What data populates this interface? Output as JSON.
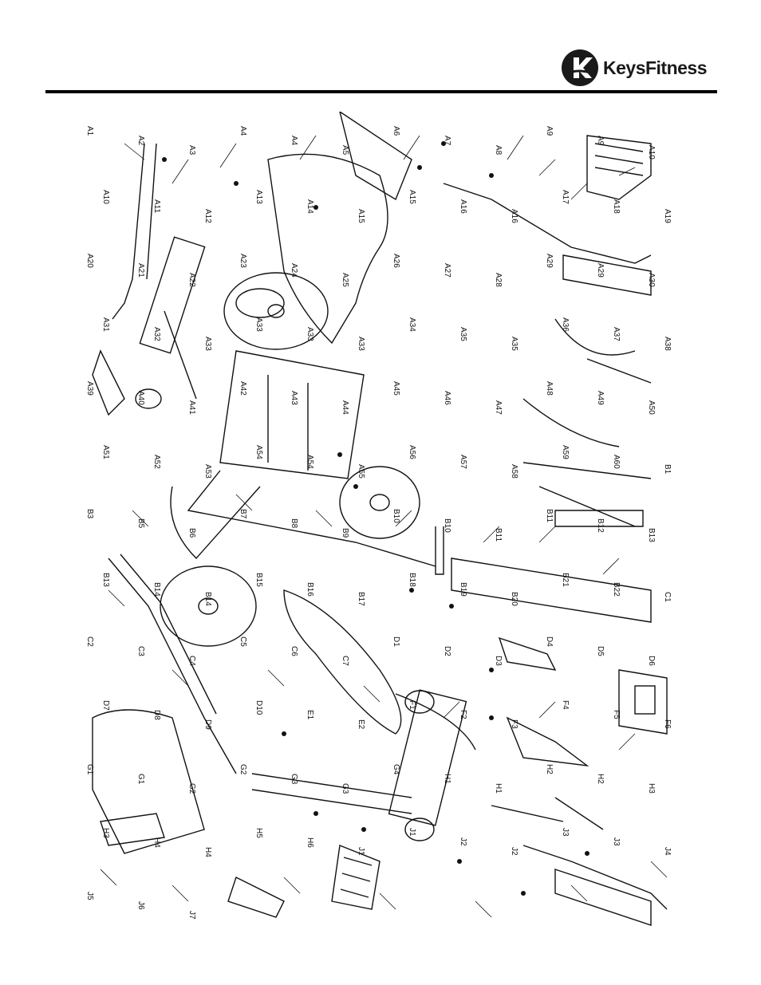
{
  "brand": {
    "name": "KeysFitness",
    "logo_icon": "keys-k-logo"
  },
  "callouts": [
    "A1",
    "A2",
    "A3",
    "A4",
    "A4",
    "A5",
    "A6",
    "A7",
    "A8",
    "A9",
    "A9",
    "A10",
    "A10",
    "A11",
    "A12",
    "A13",
    "A14",
    "A15",
    "A15",
    "A16",
    "A16",
    "A17",
    "A18",
    "A19",
    "A20",
    "A21",
    "A22",
    "A23",
    "A24",
    "A25",
    "A26",
    "A27",
    "A28",
    "A29",
    "A29",
    "A30",
    "A31",
    "A32",
    "A33",
    "A33",
    "A33",
    "A33",
    "A34",
    "A35",
    "A35",
    "A36",
    "A37",
    "A38",
    "A39",
    "A40",
    "A41",
    "A42",
    "A43",
    "A44",
    "A45",
    "A46",
    "A47",
    "A48",
    "A49",
    "A50",
    "A51",
    "A52",
    "A53",
    "A54",
    "A54",
    "A55",
    "A56",
    "A57",
    "A58",
    "A59",
    "A60",
    "B1",
    "B3",
    "B5",
    "B6",
    "B7",
    "B8",
    "B9",
    "B10",
    "B10",
    "B11",
    "B11",
    "B12",
    "B13",
    "B13",
    "B14",
    "B14",
    "B15",
    "B16",
    "B17",
    "B18",
    "B19",
    "B20",
    "B21",
    "B22",
    "C1",
    "C2",
    "C3",
    "C4",
    "C5",
    "C6",
    "C7",
    "D1",
    "D2",
    "D3",
    "D4",
    "D5",
    "D6",
    "D7",
    "D8",
    "D9",
    "D10",
    "E1",
    "E2",
    "F1",
    "F2",
    "F3",
    "F4",
    "F5",
    "F6",
    "G1",
    "G1",
    "G2",
    "G2",
    "G3",
    "G3",
    "G4",
    "H1",
    "H1",
    "H2",
    "H2",
    "H3",
    "H3",
    "H4",
    "H4",
    "H5",
    "H6",
    "J1",
    "J1",
    "J2",
    "J2",
    "J3",
    "J3",
    "J4",
    "J5",
    "J6",
    "J7"
  ]
}
